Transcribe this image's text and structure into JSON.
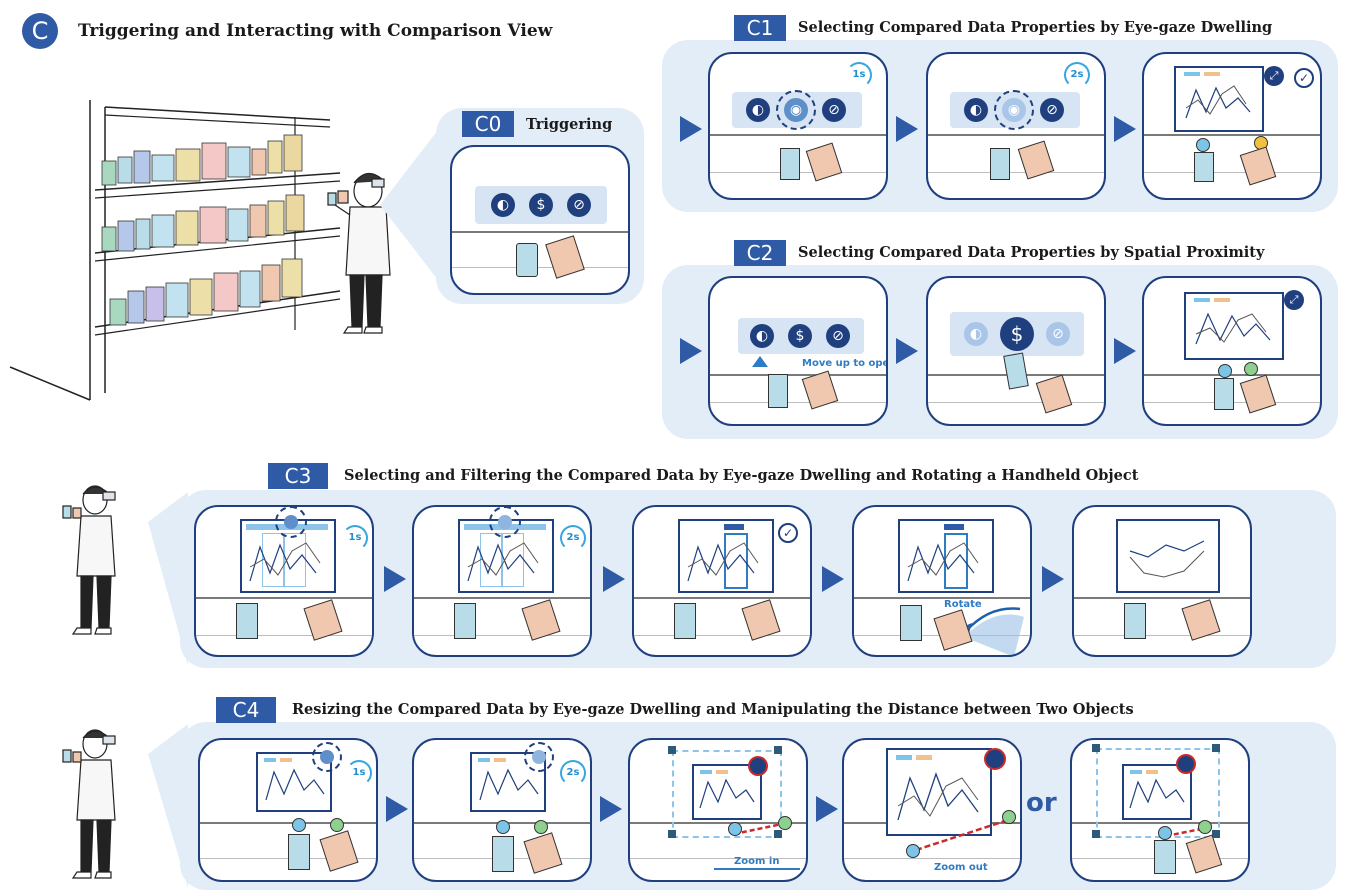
{
  "section": {
    "badge": "C",
    "title": "Triggering and Interacting with Comparison View"
  },
  "c0": {
    "tag": "C0",
    "title": "Triggering"
  },
  "c1": {
    "tag": "C1",
    "title": "Selecting Compared Data Properties by Eye-gaze Dwelling",
    "timer1": "1s",
    "timer2": "2s"
  },
  "c2": {
    "tag": "C2",
    "title": "Selecting Compared Data Properties by Spatial Proximity",
    "caption": "Move up to open"
  },
  "c3": {
    "tag": "C3",
    "title": "Selecting and Filtering the Compared Data by Eye-gaze Dwelling and Rotating a Handheld Object",
    "timer1": "1s",
    "timer2": "2s",
    "rotate": "Rotate"
  },
  "c4": {
    "tag": "C4",
    "title": "Resizing the Compared Data by Eye-gaze Dwelling and Manipulating the Distance between Two Objects",
    "timer1": "1s",
    "timer2": "2s",
    "zoom_in": "Zoom in",
    "zoom_out": "Zoom out",
    "or": "or"
  },
  "icons": [
    "nutrition-icon",
    "dollar-icon",
    "tag-icon",
    "eye-icon",
    "checkmark-icon",
    "expand-icon"
  ],
  "colors": {
    "primary": "#2e5aa6",
    "dark": "#1f3f7f",
    "band": "#e3edf8",
    "accent": "#36a6e0",
    "gaze": "#cc2a2a"
  }
}
